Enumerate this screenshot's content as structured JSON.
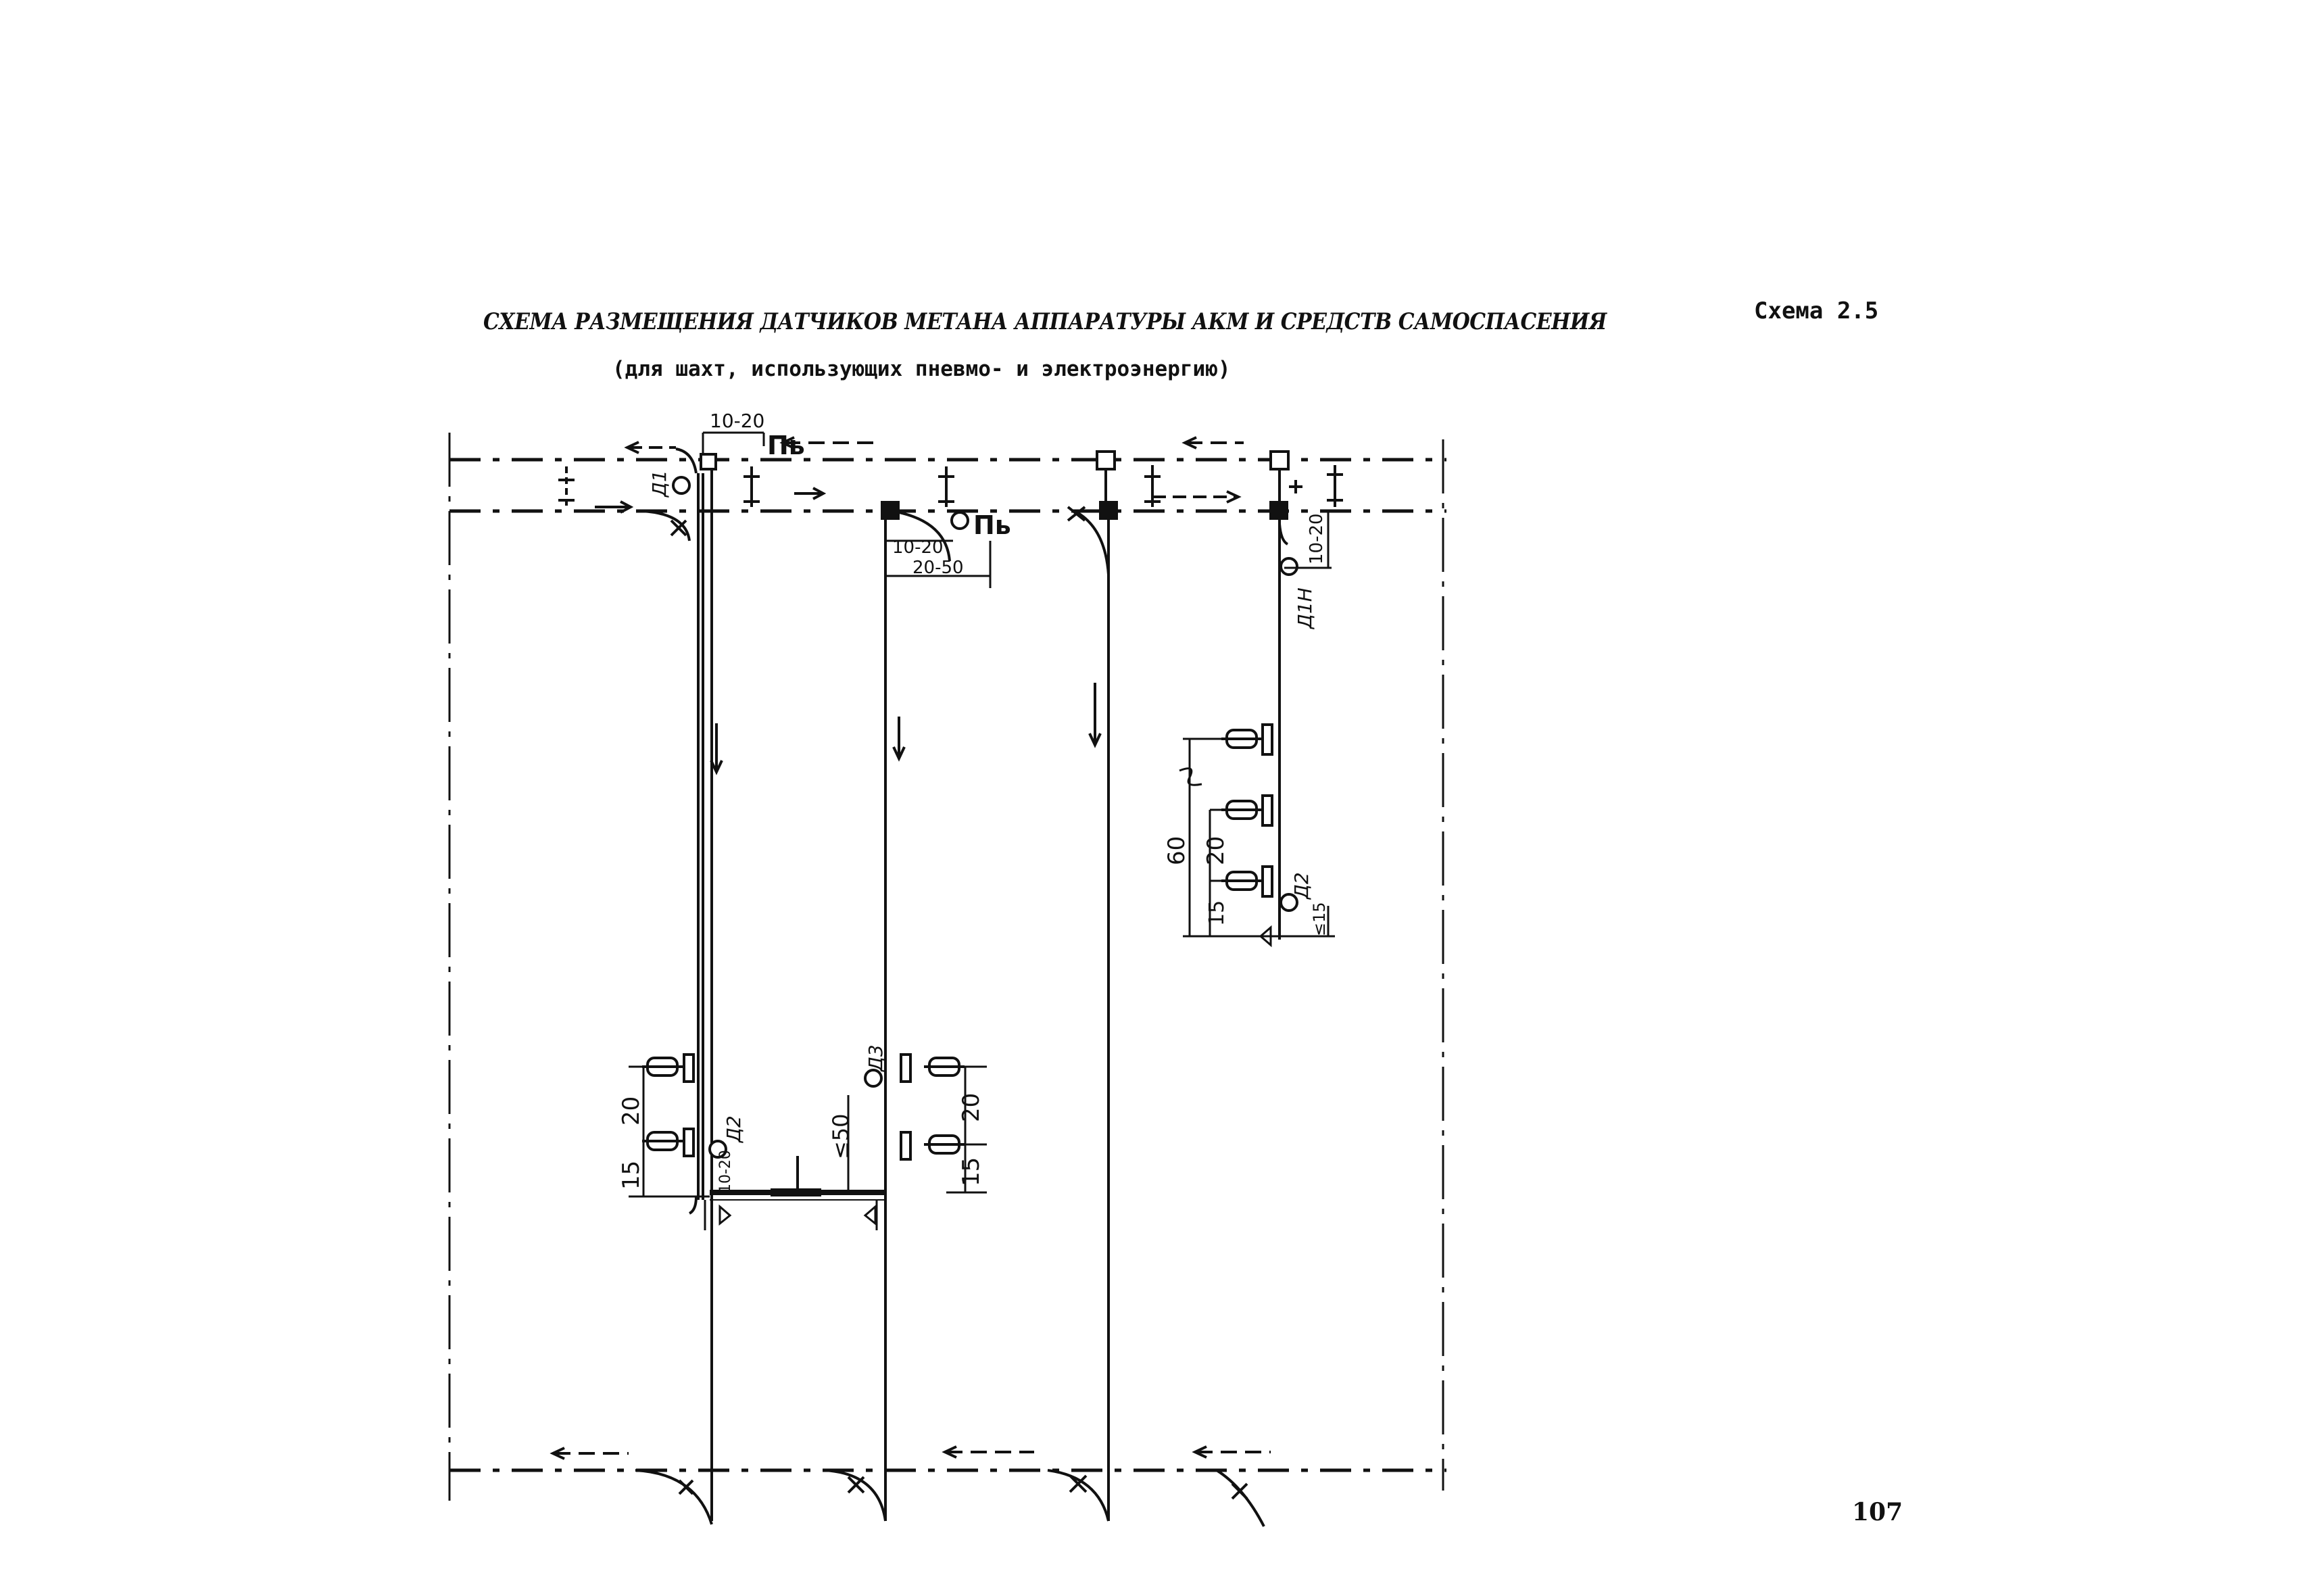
{
  "header": {
    "title": "СХЕМА РАЗМЕЩЕНИЯ ДАТЧИКОВ МЕТАНА АППАРАТУРЫ АКМ И СРЕДСТВ САМОСПАСЕНИЯ",
    "subtitle": "(для шахт, использующих пневмо- и электроэнергию)",
    "scheme_number": "Схема 2.5",
    "page_number": "107"
  },
  "labels": {
    "dim_10_20_top": "10-20",
    "rescue_top": "Пь",
    "rescue_mid": "Пь",
    "dim_10_20_mid": "10-20",
    "dim_20_50": "20-50",
    "dim_10_20_right": "10-20",
    "sensor_a1": "Д1",
    "sensor_a2_left": "Д2",
    "sensor_a3": "Д3",
    "sensor_a1n": "Д1Н",
    "sensor_a2_right": "Д2",
    "dim_20_left": "20",
    "dim_15_left": "15",
    "dim_10_left": "10-20",
    "dim_50": "≤50",
    "dim_20_mid": "20",
    "dim_15_mid": "15",
    "dim_60": "60",
    "dim_20_right": "20",
    "dim_15_right": "15",
    "dim_15_small": "≤15"
  },
  "colors": {
    "ink": "#111111",
    "paper": "#ffffff"
  }
}
